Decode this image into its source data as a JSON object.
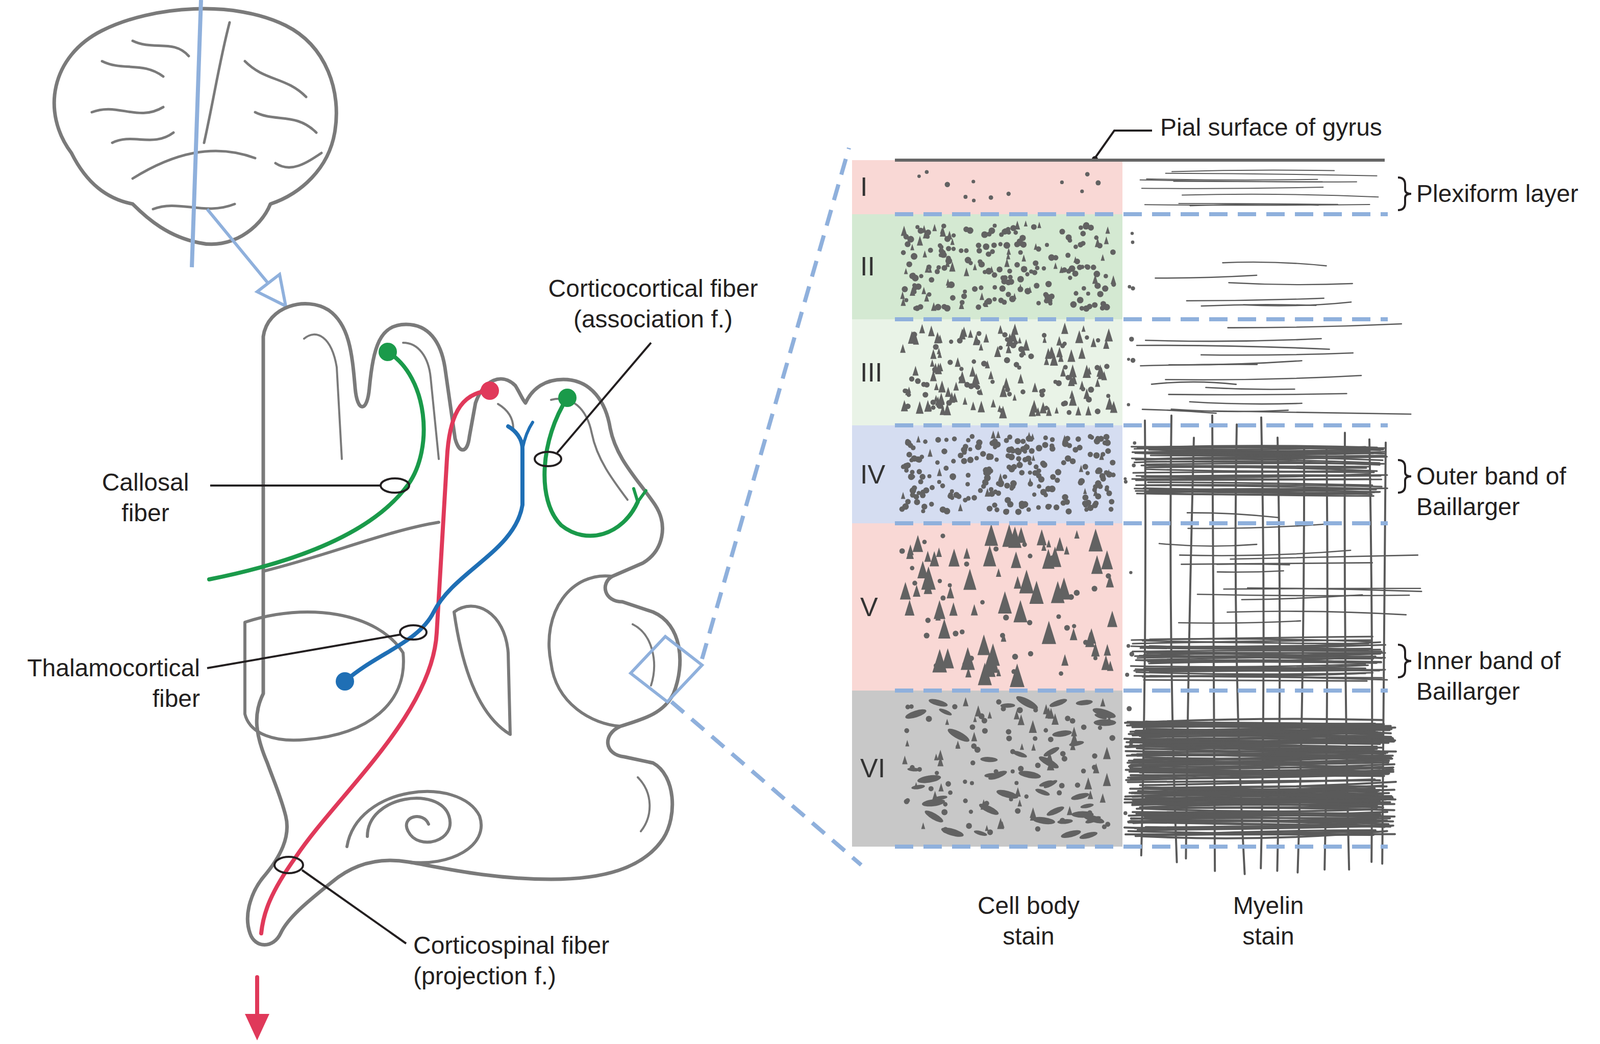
{
  "diagram": {
    "nodes": [
      {
        "text": [
          "I"
        ]
      },
      {
        "text": [
          "II"
        ]
      },
      {
        "text": [
          "III"
        ]
      },
      {
        "text": [
          "IV"
        ]
      },
      {
        "text": [
          "V"
        ]
      },
      {
        "text": [
          "VI"
        ]
      }
    ],
    "labels": [
      "Pial surface of gyrus",
      "Plexiform layer",
      "Outer band of Baillarger",
      "Inner band of Baillarger",
      "Corticocortical fiber (association f.)",
      "Callosal fiber",
      "Thalamocortical fiber",
      "Corticospinal fiber (projection f.)",
      "Cell body stain",
      "Myelin stain"
    ]
  }
}
